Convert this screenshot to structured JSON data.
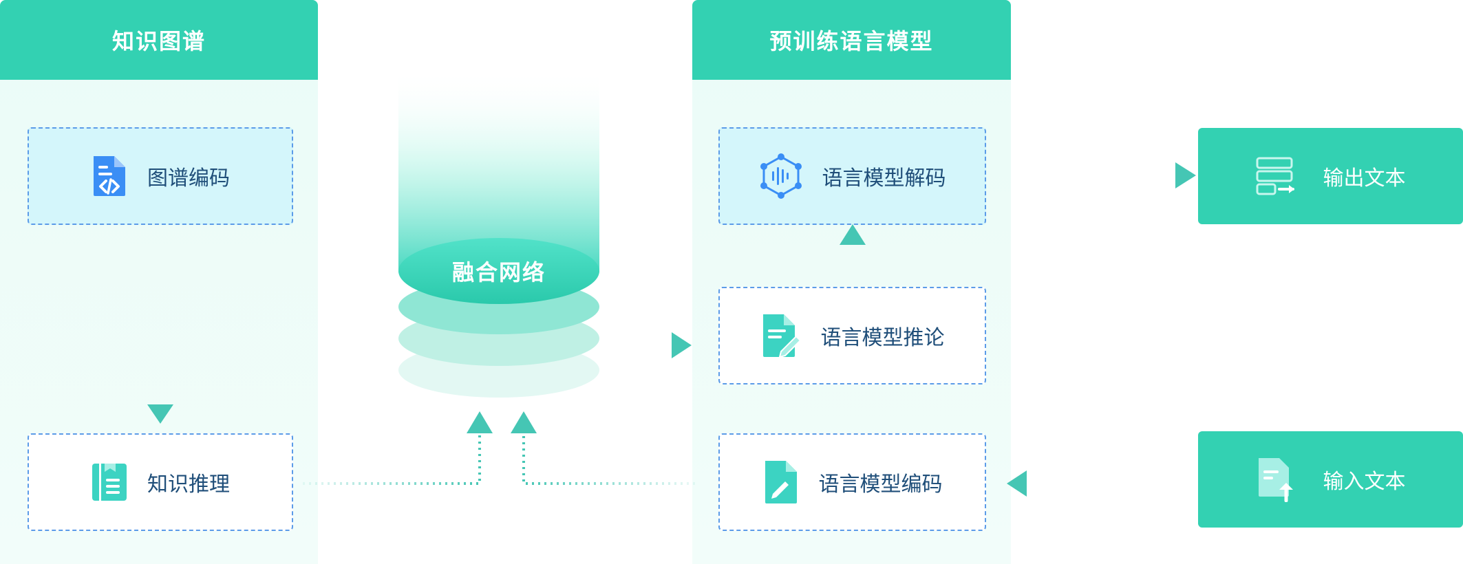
{
  "colors": {
    "accent": "#33d1b2",
    "node_border": "#5b9be8",
    "node_text": "#1f4e79",
    "icon_blue": "#3a8ef5",
    "icon_teal": "#3cd3c2",
    "arrow": "#45c6b4"
  },
  "panels": {
    "knowledge_graph": {
      "title": "知识图谱"
    },
    "pretrained_lm": {
      "title": "预训练语言模型"
    }
  },
  "nodes": {
    "graph_encoding": {
      "label": "图谱编码",
      "icon": "code-document-icon"
    },
    "knowledge_reasoning": {
      "label": "知识推理",
      "icon": "notebook-icon"
    },
    "lm_decoding": {
      "label": "语言模型解码",
      "icon": "neural-network-icon"
    },
    "lm_reasoning": {
      "label": "语言模型推论",
      "icon": "edit-document-icon"
    },
    "lm_encoding": {
      "label": "语言模型编码",
      "icon": "pen-document-icon"
    }
  },
  "fusion": {
    "label": "融合网络"
  },
  "io": {
    "output_text": {
      "label": "输出文本",
      "icon": "output-list-icon"
    },
    "input_text": {
      "label": "输入文本",
      "icon": "upload-document-icon"
    }
  }
}
